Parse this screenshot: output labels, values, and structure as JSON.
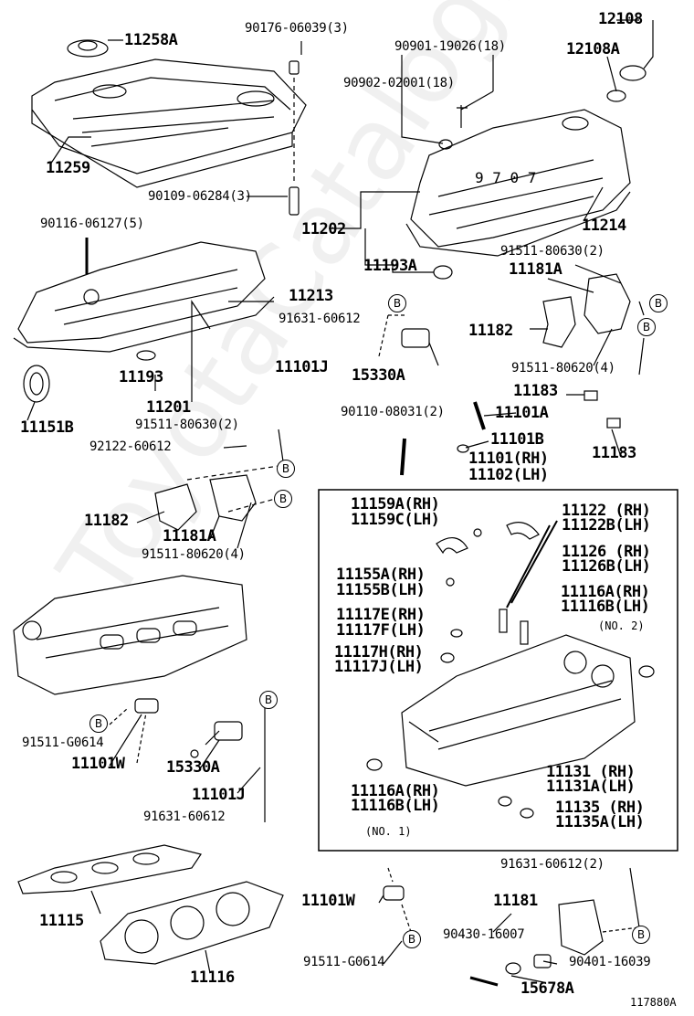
{
  "watermark": "ToyotaCatalog.ru",
  "diagram_code": "117880A",
  "labels": {
    "l11258A": "11258A",
    "l11259": "11259",
    "l90176": "90176-06039(3)",
    "l90109": "90109-06284(3)",
    "l11202": "11202",
    "l90901": "90901-19026(18)",
    "l90902": "90902-02001(18)",
    "l12108": "12108",
    "l12108A": "12108A",
    "l11214": "11214",
    "l11193A": "11193A",
    "l90116": "90116-06127(5)",
    "l11213": "11213",
    "l91631a": "91631-60612",
    "l11193": "11193",
    "l11201": "11201",
    "l11151B": "11151B",
    "l91511_80630a": "91511-80630(2)",
    "l11181Ar": "11181A",
    "l11182r": "11182",
    "l91511_80620r": "91511-80620(4)",
    "l11101Jr": "11101J",
    "l15330Ar": "15330A",
    "l90110": "90110-08031(2)",
    "l11101A": "11101A",
    "l11183a": "11183",
    "l11183b": "11183",
    "l11101B": "11101B",
    "l11101RH": "11101(RH)",
    "l11102LH": "11102(LH)",
    "l91511_80630b": "91511-80630(2)",
    "l92122": "92122-60612",
    "l11182l": "11182",
    "l11181Al": "11181A",
    "l91511_80620l": "91511-80620(4)",
    "l11159A": "11159A(RH)",
    "l11159C": "11159C(LH)",
    "l11122": "11122 (RH)",
    "l11122B": "11122B(LH)",
    "l11126": "11126 (RH)",
    "l11126B": "11126B(LH)",
    "l11155A": "11155A(RH)",
    "l11155B": "11155B(LH)",
    "l11116Atop": "11116A(RH)",
    "l11116Btop": "11116B(LH)",
    "lno2": "(NO. 2)",
    "l11117E": "11117E(RH)",
    "l11117F": "11117F(LH)",
    "l11117H": "11117H(RH)",
    "l11117J": "11117J(LH)",
    "l11131": "11131 (RH)",
    "l11131A": "11131A(LH)",
    "l11135": "11135 (RH)",
    "l11135A": "11135A(LH)",
    "l11116Abot": "11116A(RH)",
    "l11116Bbot": "11116B(LH)",
    "lno1": "(NO. 1)",
    "l91511_G0614a": "91511-G0614",
    "l11101Wa": "11101W",
    "l15330Al": "15330A",
    "l11101Jl": "11101J",
    "l91631b": "91631-60612",
    "l11115": "11115",
    "l11116": "11116",
    "l91631c": "91631-60612(2)",
    "l11101Wb": "11101W",
    "l11181": "11181",
    "l90430": "90430-16007",
    "l90401": "90401-16039",
    "l91511_G0614b": "91511-G0614",
    "l15678A": "15678A",
    "b": "B"
  }
}
